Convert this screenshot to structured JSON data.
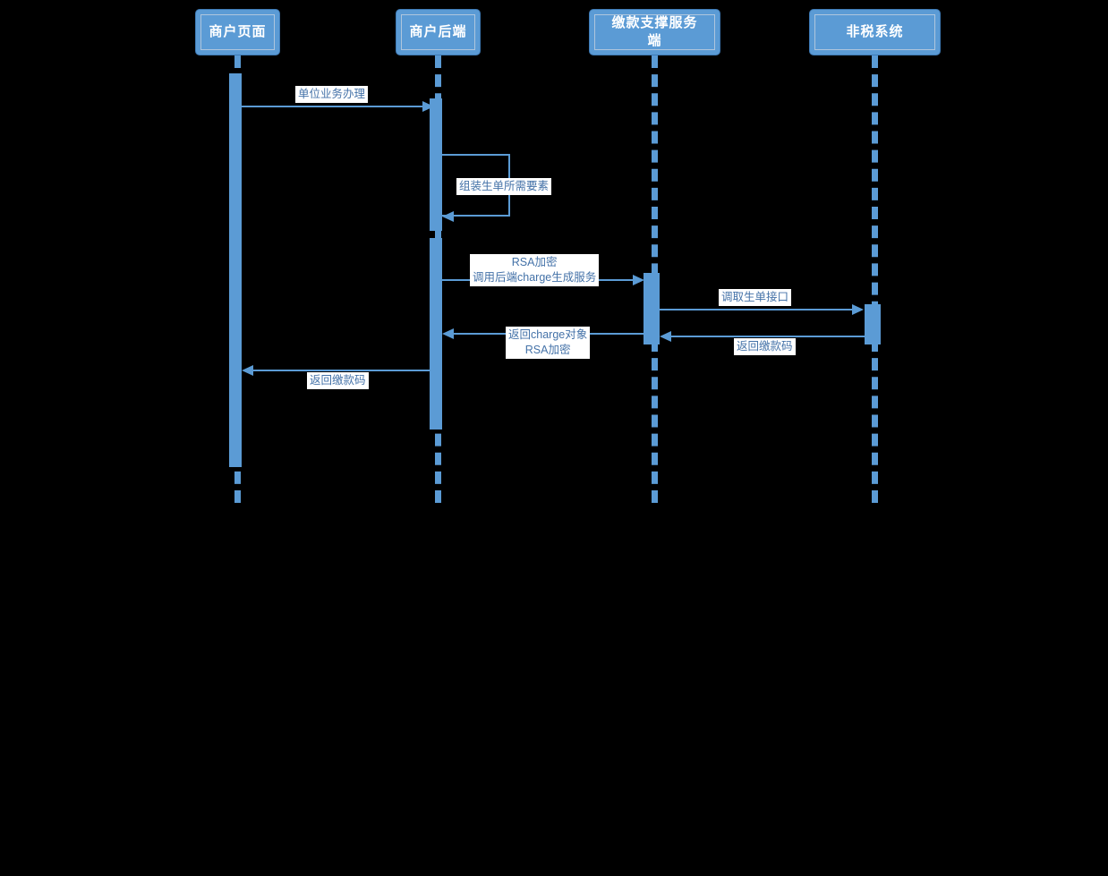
{
  "diagram": {
    "type": "uml-sequence-diagram",
    "background_color": "#000000",
    "accent_color": "#5B9BD5",
    "label_text_color": "#4472A8",
    "label_background_color": "#FFFFFF",
    "participant_text_color": "#FFFFFF"
  },
  "participants": [
    {
      "id": "merchant-page",
      "label": "商户页面"
    },
    {
      "id": "merchant-backend",
      "label": "商户后端"
    },
    {
      "id": "payment-service",
      "label": "缴款支撑服务\n端"
    },
    {
      "id": "non-tax-system",
      "label": "非税系统"
    }
  ],
  "messages": [
    {
      "id": "m1",
      "label": "单位业务办理",
      "from": "merchant-page",
      "to": "merchant-backend",
      "direction": "right",
      "kind": "call"
    },
    {
      "id": "m2",
      "label": "组装生单所需要素",
      "from": "merchant-backend",
      "to": "merchant-backend",
      "direction": "self",
      "kind": "self-call"
    },
    {
      "id": "m3",
      "label": "RSA加密\n调用后端charge生成服务",
      "from": "merchant-backend",
      "to": "payment-service",
      "direction": "right",
      "kind": "call"
    },
    {
      "id": "m4",
      "label": "调取生单接口",
      "from": "payment-service",
      "to": "non-tax-system",
      "direction": "right",
      "kind": "call"
    },
    {
      "id": "m5",
      "label": "返回缴款码",
      "from": "non-tax-system",
      "to": "payment-service",
      "direction": "left",
      "kind": "return"
    },
    {
      "id": "m6",
      "label": "返回charge对象\nRSA加密",
      "from": "payment-service",
      "to": "merchant-backend",
      "direction": "left",
      "kind": "return"
    },
    {
      "id": "m7",
      "label": "返回缴款码",
      "from": "merchant-backend",
      "to": "merchant-page",
      "direction": "left",
      "kind": "return"
    }
  ]
}
